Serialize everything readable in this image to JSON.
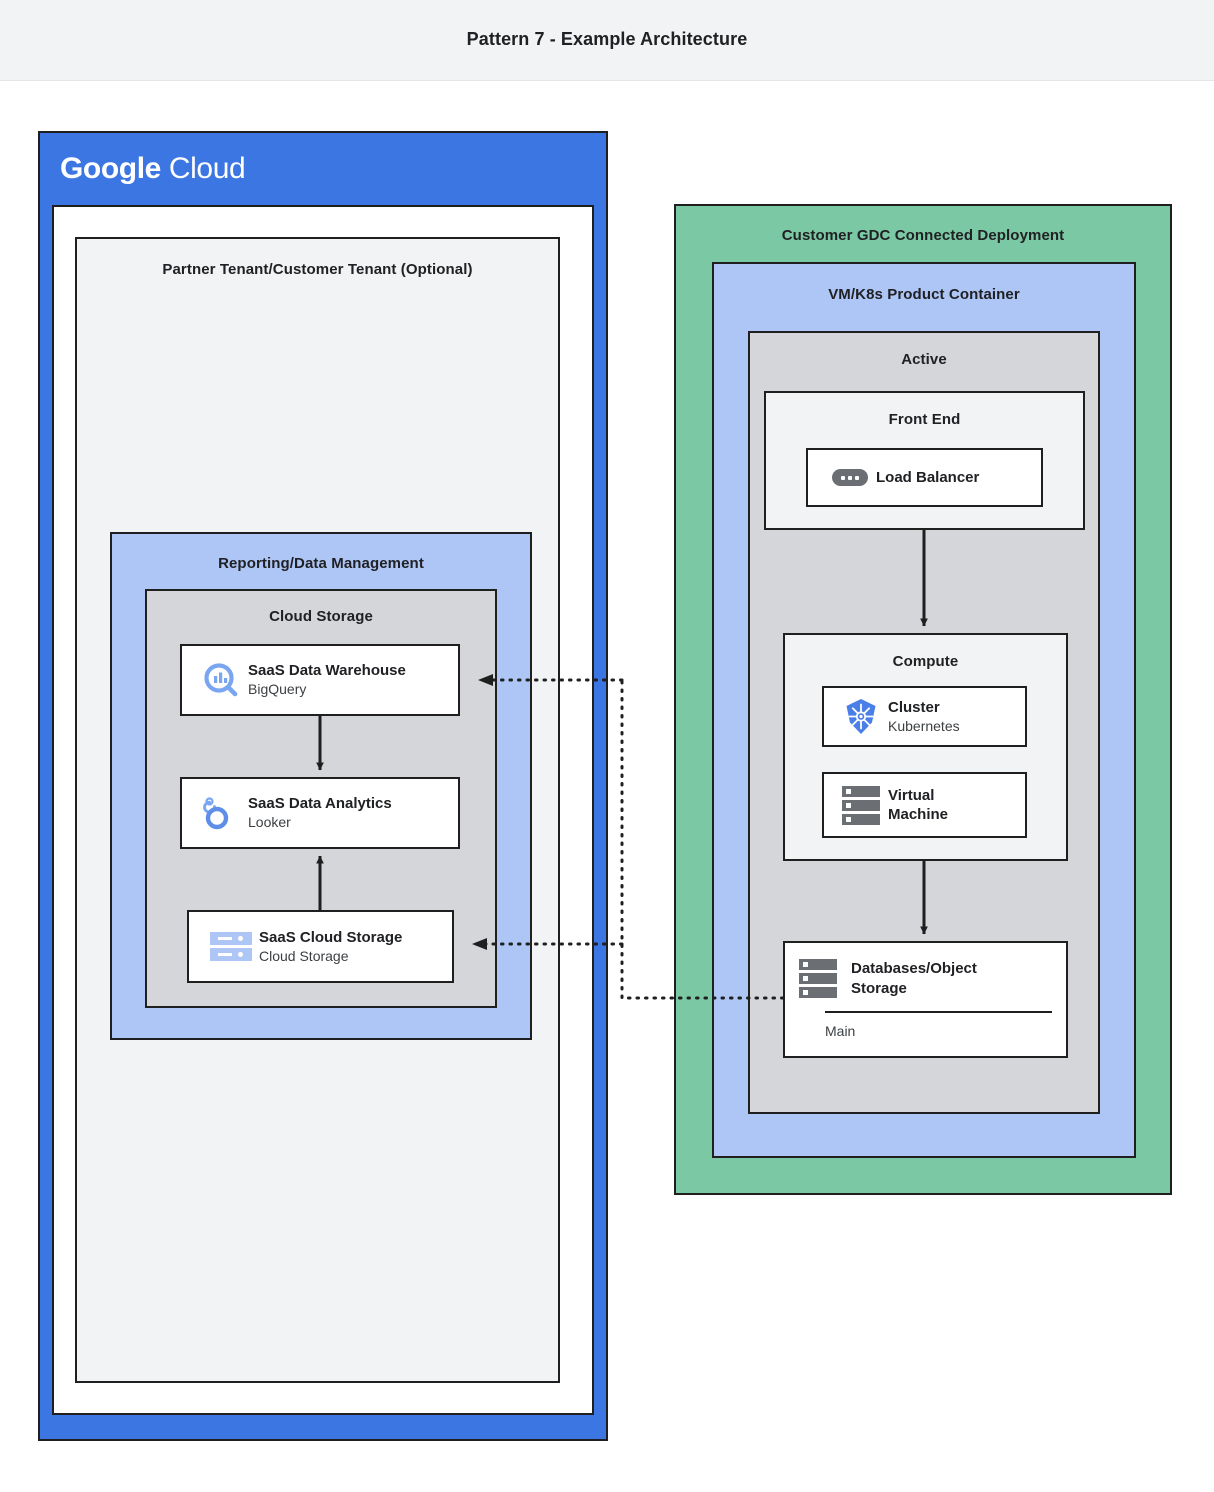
{
  "header": {
    "title": "Pattern 7 - Example Architecture"
  },
  "colors": {
    "google_blue": "#3b76e3",
    "light_blue": "#aec6f6",
    "green": "#7bc8a4",
    "gray": "#d5d6da",
    "light_gray": "#f1f3f4",
    "stroke": "#1f1f1f",
    "icon_gray": "#6b6e73"
  },
  "google_cloud": {
    "logo_part1": "Google",
    "logo_part2": "Cloud",
    "tenant": {
      "title": "Partner Tenant/Customer Tenant (Optional)",
      "reporting": {
        "title": "Reporting/Data Management",
        "cloud_storage": {
          "title": "Cloud Storage",
          "cards": [
            {
              "icon": "bigquery-icon",
              "title": "SaaS Data Warehouse",
              "subtitle": "BigQuery"
            },
            {
              "icon": "looker-icon",
              "title": "SaaS Data Analytics",
              "subtitle": "Looker"
            },
            {
              "icon": "cloud-storage-icon",
              "title": "SaaS Cloud Storage",
              "subtitle": "Cloud Storage"
            }
          ]
        }
      }
    }
  },
  "gdc": {
    "title": "Customer GDC Connected Deployment",
    "product_container": {
      "title": "VM/K8s Product Container",
      "active": {
        "title": "Active",
        "front_end": {
          "title": "Front End",
          "card": {
            "icon": "load-balancer-icon",
            "title": "Load Balancer",
            "subtitle": ""
          }
        },
        "compute": {
          "title": "Compute",
          "cards": [
            {
              "icon": "kubernetes-icon",
              "title": "Cluster",
              "subtitle": "Kubernetes"
            },
            {
              "icon": "virtual-machine-icon",
              "title": "Virtual",
              "subtitle": "Machine"
            }
          ]
        },
        "database": {
          "icon": "database-icon",
          "title": "Databases/Object Storage",
          "footer": "Main"
        }
      }
    }
  }
}
